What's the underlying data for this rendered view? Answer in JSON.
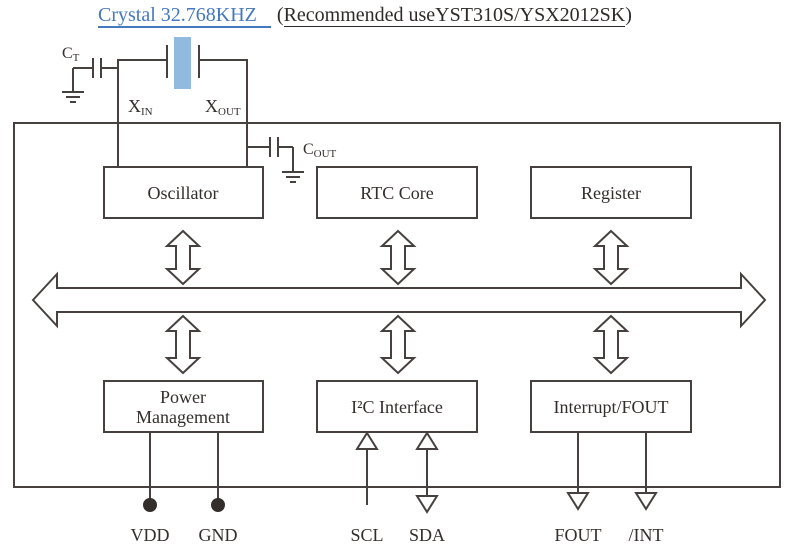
{
  "title": {
    "crystal": "Crystal 32.768KHZ",
    "paren_open": "(",
    "recommended": "Recommended useYST310S/YSX2012SK",
    "paren_close": ")"
  },
  "circuit": {
    "ct_main": "C",
    "ct_sub": "T",
    "cout_main": "C",
    "cout_sub": "OUT",
    "xin_main": "X",
    "xin_sub": "IN",
    "xout_main": "X",
    "xout_sub": "OUT"
  },
  "blocks": {
    "oscillator": "Oscillator",
    "rtc_core": "RTC Core",
    "register": "Register",
    "power_line1": "Power",
    "power_line2": "Management",
    "i2c": "I²C Interface",
    "interrupt": "Interrupt/FOUT"
  },
  "pins": {
    "vdd": "VDD",
    "gnd": "GND",
    "scl": "SCL",
    "sda": "SDA",
    "fout": "FOUT",
    "int": "/INT"
  },
  "colors": {
    "line": "#46403e",
    "text": "#332e2c",
    "crystal_fill": "#92badf",
    "link_blue": "#4478bf"
  }
}
